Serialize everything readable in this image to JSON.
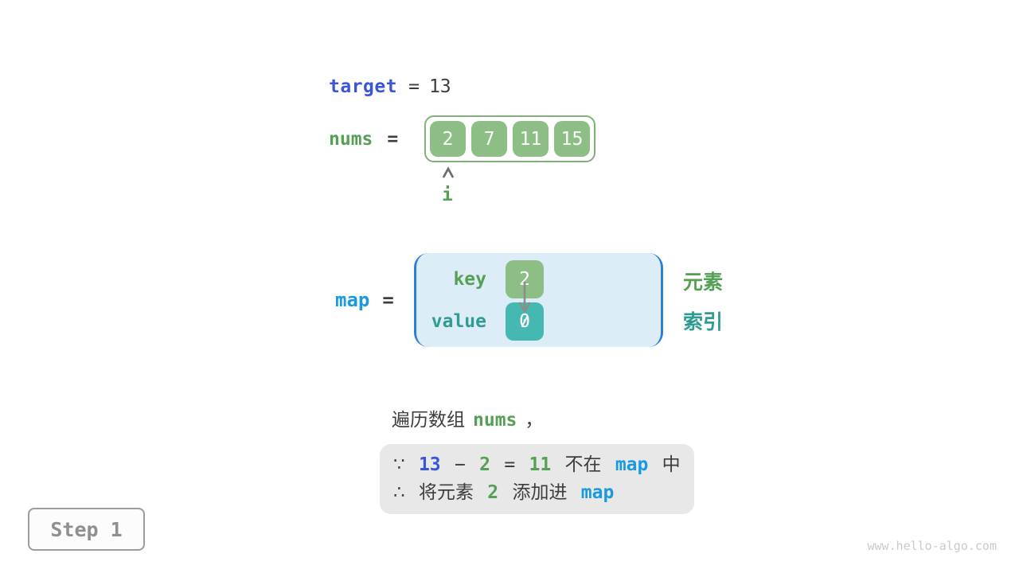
{
  "target_line": {
    "keyword": "target",
    "equals": "=",
    "value": "13"
  },
  "nums_line": {
    "keyword": "nums",
    "equals": "=",
    "cells": [
      "2",
      "7",
      "11",
      "15"
    ],
    "pointer_label": "i"
  },
  "map_line": {
    "keyword": "map",
    "equals": "=",
    "key_label": "key",
    "key_cell": "2",
    "value_label": "value",
    "value_cell": "0",
    "legend_element": "元素",
    "legend_index": "索引"
  },
  "caption": {
    "prefix": "遍历数组",
    "code": "nums",
    "comma": "，"
  },
  "note": {
    "because": "∵",
    "minuend": "13",
    "minus": "−",
    "subtrahend": "2",
    "equals": "=",
    "difference": "11",
    "not_in": "不在",
    "map_code": "map",
    "in_suffix": "中",
    "therefore": "∴",
    "add_prefix": "将元素",
    "element": "2",
    "add_mid": "添加进",
    "map_code_2": "map"
  },
  "step_badge": {
    "label": "Step 1"
  },
  "watermark": "www.hello-algo.com",
  "icons": {
    "pointer": "caret-up-icon",
    "map_arrow": "arrow-down-icon"
  },
  "colors": {
    "royal_blue": "#3b55d9",
    "azure_blue": "#199ade",
    "green_text": "#55a055",
    "teal_text": "#2f9c94",
    "green_fill": "#8cbe86",
    "teal_fill": "#45b9b1",
    "array_border": "#7eb277",
    "map_bg": "#dcedf8",
    "map_border": "#2b7fd9",
    "note_bg": "#e8e8e8",
    "dark_text": "#3d3d3d",
    "step_gray": "#8f8f8f",
    "watermark_gray": "#cacaca"
  }
}
